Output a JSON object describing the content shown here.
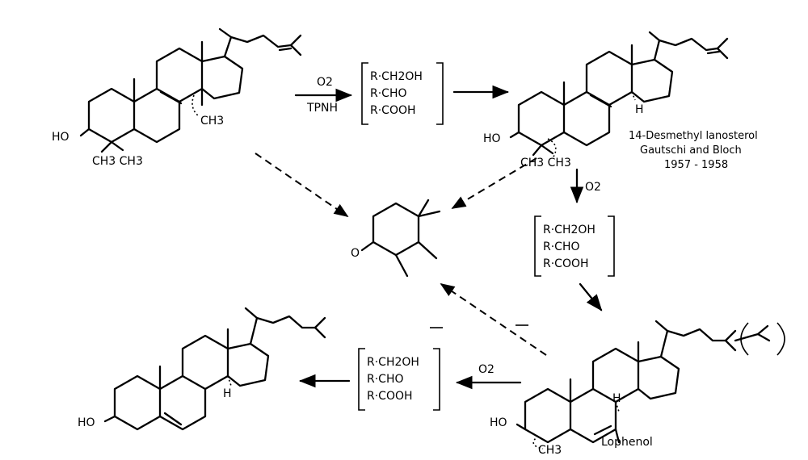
{
  "reagents": {
    "o2": "O2",
    "tpnh": "TPNH"
  },
  "intermediates": {
    "alcohol": "R·CH2OH",
    "aldehyde": "R·CHO",
    "acid": "R·COOH"
  },
  "substituents": {
    "ho": "HO",
    "ch3": "CH3",
    "h": "H",
    "o": "O"
  },
  "annotations": {
    "desmethyl_name": "14-Desmethyl lanosterol",
    "desmethyl_authors": "Gautschi and Bloch",
    "desmethyl_years": "1957 - 1958",
    "lophenol": "Lophenol"
  }
}
